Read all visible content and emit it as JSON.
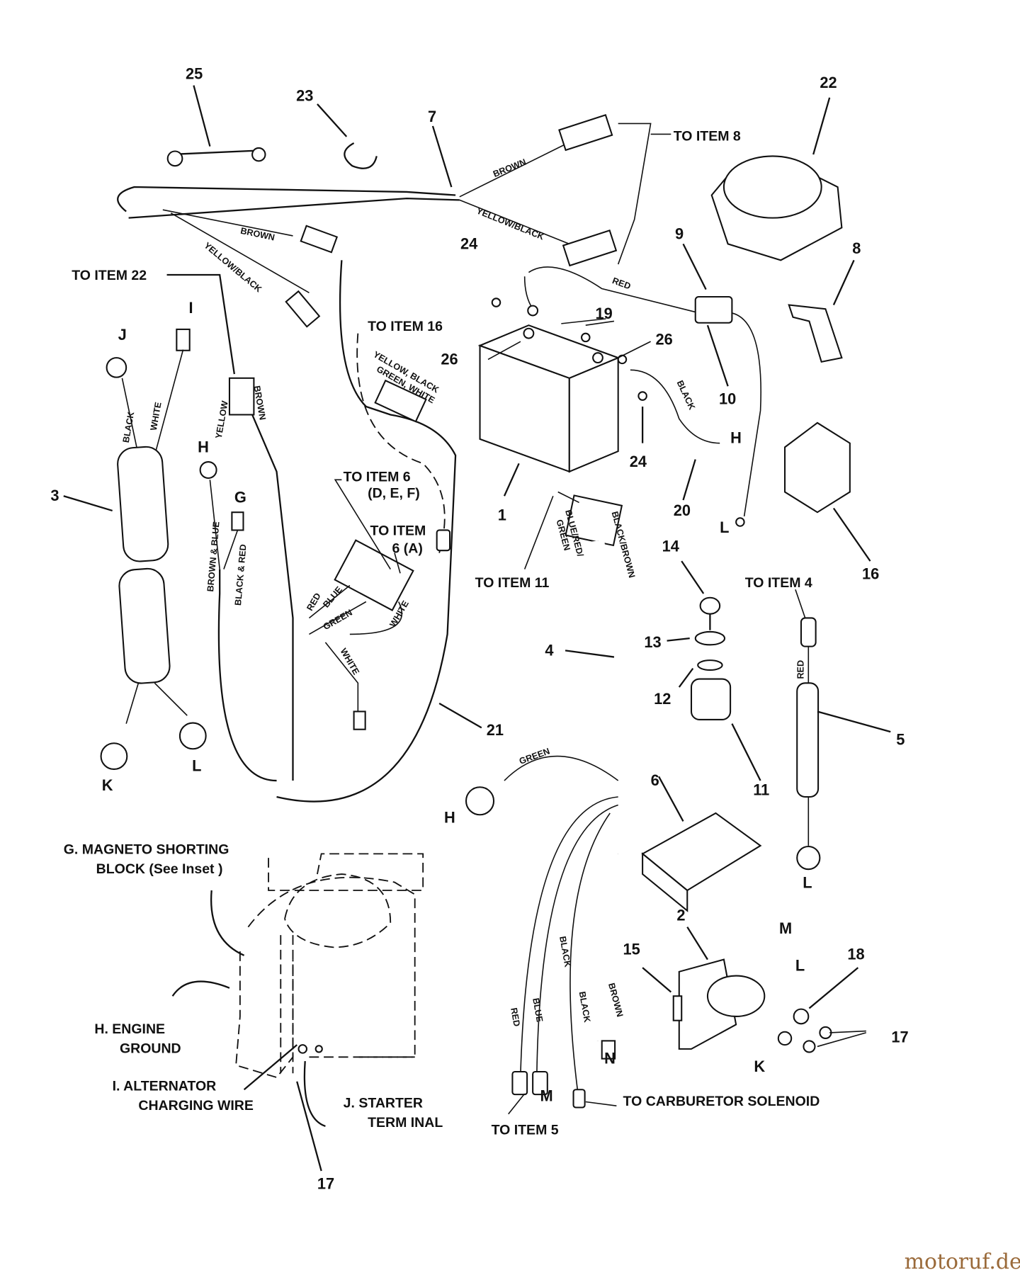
{
  "callouts": {
    "n1": "1",
    "n2": "2",
    "n3": "3",
    "n4": "4",
    "n5": "5",
    "n6": "6",
    "n7": "7",
    "n8": "8",
    "n9": "9",
    "n10": "10",
    "n11": "11",
    "n12": "12",
    "n13": "13",
    "n14": "14",
    "n15": "15",
    "n16": "16",
    "n17a": "17",
    "n17b": "17",
    "n18": "18",
    "n19": "19",
    "n20": "20",
    "n21": "21",
    "n22": "22",
    "n23": "23",
    "n24a": "24",
    "n24b": "24",
    "n25": "25",
    "n26a": "26",
    "n26b": "26"
  },
  "letters": {
    "H1": "H",
    "H2": "H",
    "H3": "H",
    "I": "I",
    "J": "J",
    "G": "G",
    "K1": "K",
    "K2": "K",
    "L1": "L",
    "L2": "L",
    "L3": "L",
    "L4": "L",
    "M1": "M",
    "M2": "M",
    "N": "N"
  },
  "references": {
    "to_item_8": "TO ITEM 8",
    "to_item_22": "TO ITEM 22",
    "to_item_16": "TO ITEM 16",
    "to_item_6_def_1": "TO ITEM 6",
    "to_item_6_def_2": "(D, E, F)",
    "to_item_6a_1": "TO ITEM",
    "to_item_6a_2": "6 (A)",
    "to_item_11": "TO ITEM 11",
    "to_item_4": "TO ITEM 4",
    "to_item_5": "TO ITEM 5",
    "to_carb": "TO CARBURETOR SOLENOID"
  },
  "wire_colors": {
    "brown1": "BROWN",
    "yellow_black1": "YELLOW/BLACK",
    "brown2": "BROWN",
    "yellow_black2": "YELLOW/BLACK",
    "red_batt": "RED",
    "multi1": "YELLOW, BLACK",
    "multi2": "GREEN, WHITE",
    "black_batt": "BLACK",
    "black3": "BLACK",
    "white3": "WHITE",
    "yellow22": "YELLOW",
    "brown22": "BROWN",
    "brown_blue": "BROWN & BLUE",
    "black_red": "BLACK & RED",
    "red6": "RED",
    "blue6": "BLUE",
    "green6": "GREEN",
    "white6a": "WHITE",
    "white6b": "WHITE",
    "black_brown": "BLACK/BROWN",
    "blue_red": "BLUE/RED/",
    "green11": "GREEN",
    "green4": "GREEN",
    "red4": "RED",
    "blue4": "BLUE",
    "black4": "BLACK",
    "black4b": "BLACK",
    "brown4": "BROWN",
    "red5": "RED"
  },
  "inset_legend": {
    "g1": "G.  MAGNETO SHORTING",
    "g2": "BLOCK (See Inset )",
    "h1": "H.  ENGINE",
    "h2": "GROUND",
    "i1": "I.  ALTERNATOR",
    "i2": "CHARGING WIRE",
    "j1": "J.  STARTER",
    "j2": "TERM INAL"
  },
  "watermark": "motoruf.de"
}
